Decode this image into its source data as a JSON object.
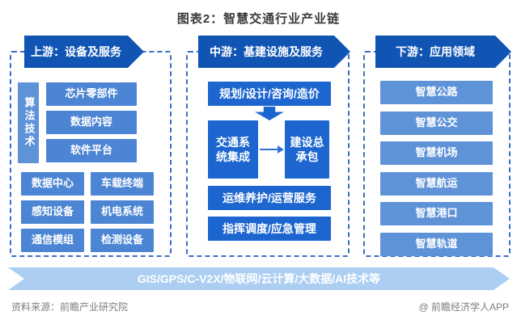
{
  "title": "图表2：智慧交通行业产业链",
  "upstream": {
    "header": "上游：设备及服务",
    "vertical_label": "算法技术",
    "service_items": [
      "芯片零部件",
      "数据内容",
      "软件平台"
    ],
    "device_items": [
      "数据中心",
      "车载终端",
      "感知设备",
      "机电系统",
      "通信模组",
      "检测设备"
    ]
  },
  "midstream": {
    "header": "中游：基建设施及服务",
    "top_item": "规划/设计/咨询/造价",
    "flow_left": "交通系统集成",
    "flow_right": "建设总承包",
    "bottom_items": [
      "运维养护/运营服务",
      "指挥调度/应急管理"
    ]
  },
  "downstream": {
    "header": "下游：应用领域",
    "items": [
      "智慧公路",
      "智慧公交",
      "智慧机场",
      "智慧航运",
      "智慧港口",
      "智慧轨道"
    ]
  },
  "banner": "GIS/GPS/C-V2X/物联网/云计算/大数据/AI技术等",
  "footer": {
    "source": "资料来源：前瞻产业研究院",
    "brand": "@ 前瞻经济学人APP"
  },
  "icons": {
    "arrow_down": "thick-down-arrow",
    "arrow_right": "thin-right-arrow"
  },
  "colors": {
    "header-bg": "#1155b4",
    "mid-box": "#1d66d0",
    "left-box": "#4c85d3",
    "soft-box": "#5f93d8",
    "banner-bg": "#abcef2",
    "dash-border": "#3a70c4",
    "title-color": "#3a3a3a",
    "footer-color": "#7d7d7d",
    "box-text": "#ffffff"
  }
}
